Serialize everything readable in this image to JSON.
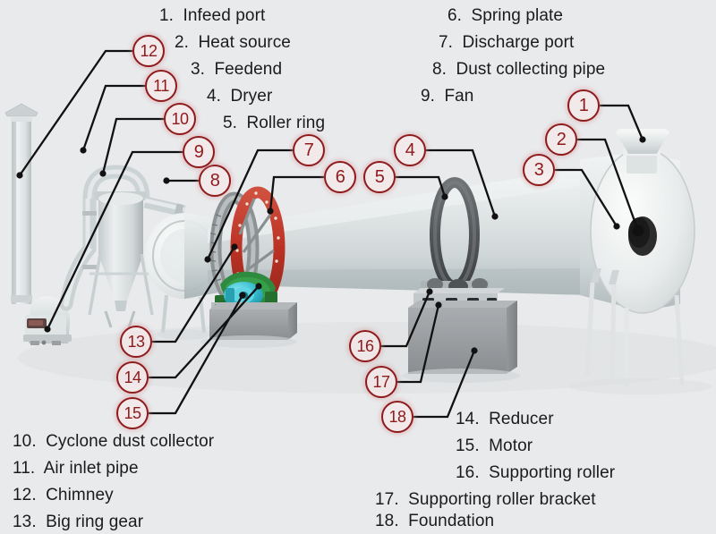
{
  "diagram": {
    "title": "Rotary Drum Dryer Component Diagram",
    "background_color": "#e9eaec",
    "callout_color": "#8f1a1c",
    "leader_color": "#111111"
  },
  "legend": {
    "top_left": [
      {
        "num": "1.",
        "label": "Infeed port"
      },
      {
        "num": "2.",
        "label": "Heat source"
      },
      {
        "num": "3.",
        "label": "Feedend"
      },
      {
        "num": "4.",
        "label": "Dryer"
      },
      {
        "num": "5.",
        "label": "Roller ring"
      }
    ],
    "top_right": [
      {
        "num": "6.",
        "label": "Spring plate"
      },
      {
        "num": "7.",
        "label": "Discharge port"
      },
      {
        "num": "8.",
        "label": "Dust collecting pipe"
      },
      {
        "num": "9.",
        "label": "Fan"
      }
    ],
    "bottom_left": [
      {
        "num": "10.",
        "label": "Cyclone dust collector"
      },
      {
        "num": "11.",
        "label": "Air inlet pipe"
      },
      {
        "num": "12.",
        "label": "Chimney"
      },
      {
        "num": "13.",
        "label": "Big ring gear"
      }
    ],
    "bottom_right": [
      {
        "num": "14.",
        "label": "Reducer"
      },
      {
        "num": "15.",
        "label": "Motor"
      },
      {
        "num": "16.",
        "label": "Supporting roller"
      },
      {
        "num": "17.",
        "label": "Supporting roller bracket"
      },
      {
        "num": "18.",
        "label": "Foundation"
      }
    ]
  },
  "callouts": [
    {
      "id": "1",
      "text": "1"
    },
    {
      "id": "2",
      "text": "2"
    },
    {
      "id": "3",
      "text": "3"
    },
    {
      "id": "4",
      "text": "4"
    },
    {
      "id": "5",
      "text": "5"
    },
    {
      "id": "6",
      "text": "6"
    },
    {
      "id": "7",
      "text": "7"
    },
    {
      "id": "8",
      "text": "8"
    },
    {
      "id": "9",
      "text": "9"
    },
    {
      "id": "10",
      "text": "10"
    },
    {
      "id": "11",
      "text": "11"
    },
    {
      "id": "12",
      "text": "12"
    },
    {
      "id": "13",
      "text": "13"
    },
    {
      "id": "14",
      "text": "14"
    },
    {
      "id": "15",
      "text": "15"
    },
    {
      "id": "16",
      "text": "16"
    },
    {
      "id": "17",
      "text": "17"
    },
    {
      "id": "18",
      "text": "18"
    }
  ],
  "machine": {
    "parts": [
      "chimney",
      "fan",
      "air-inlet-pipe",
      "cyclone-dust-collector",
      "dust-collecting-pipe",
      "discharge-port",
      "big-ring-gear",
      "reducer",
      "motor",
      "foundation-block-left",
      "drum-body",
      "spring-plate",
      "roller-ring",
      "supporting-roller",
      "supporting-roller-bracket",
      "foundation-block-right",
      "feedend",
      "heat-source",
      "infeed-port",
      "support-legs"
    ],
    "colors": {
      "drum": "#d3d9d9",
      "drum_shadow": "#b9c2c3",
      "ring_gear": "#c0392b",
      "reducer": "#2d8a3e",
      "motor": "#2fb7c9",
      "foundation": "#9a9ea1",
      "roller_ring": "#5c5f61",
      "metal_light": "#dfe3e4"
    }
  }
}
